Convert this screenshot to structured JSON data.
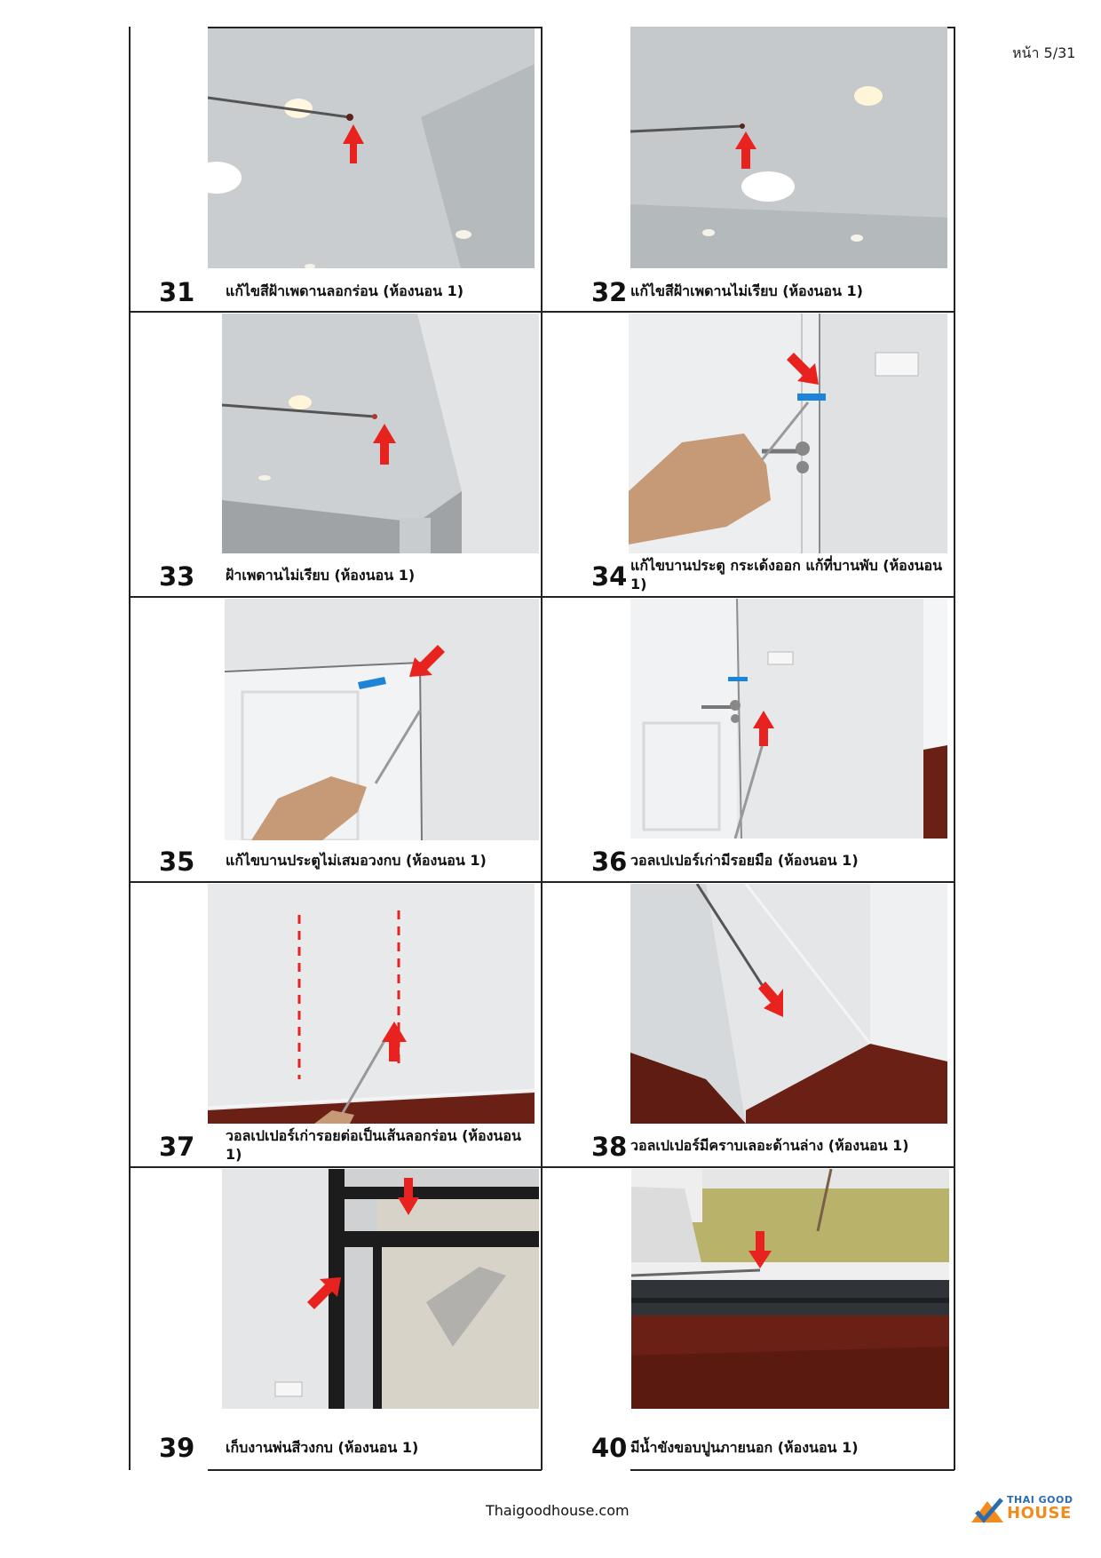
{
  "page_number": "หน้า 5/31",
  "items": [
    {
      "num": "31",
      "caption": "แก้ไขสีฝ้าเพดานลอกร่อน (ห้องนอน 1)"
    },
    {
      "num": "32",
      "caption": "แก้ไขสีฝ้าเพดานไม่เรียบ (ห้องนอน 1)"
    },
    {
      "num": "33",
      "caption": "ฝ้าเพดานไม่เรียบ (ห้องนอน 1)"
    },
    {
      "num": "34",
      "caption": "แก้ไขบานประตู กระเด้งออก แก้ที่บานพับ (ห้องนอน 1)"
    },
    {
      "num": "35",
      "caption": "แก้ไขบานประตูไม่เสมอวงกบ (ห้องนอน 1)"
    },
    {
      "num": "36",
      "caption": "วอลเปเปอร์เก่ามีรอยมือ (ห้องนอน 1)"
    },
    {
      "num": "37",
      "caption": "วอลเปเปอร์เก่ารอยต่อเป็นเส้นลอกร่อน (ห้องนอน 1)"
    },
    {
      "num": "38",
      "caption": "วอลเปเปอร์มีคราบเลอะด้านล่าง (ห้องนอน 1)"
    },
    {
      "num": "39",
      "caption": "เก็บงานพ่นสีวงกบ (ห้องนอน 1)"
    },
    {
      "num": "40",
      "caption": "มีน้ำขังขอบปูนภายนอก (ห้องนอน 1)"
    }
  ],
  "footer": {
    "site": "Thaigoodhouse.com",
    "logo_top": "THAI GOOD",
    "logo_bottom": "HOUSE"
  },
  "colors": {
    "arrow": "#e8231f",
    "wall": "#d8dbde",
    "floor": "#6a2014"
  }
}
